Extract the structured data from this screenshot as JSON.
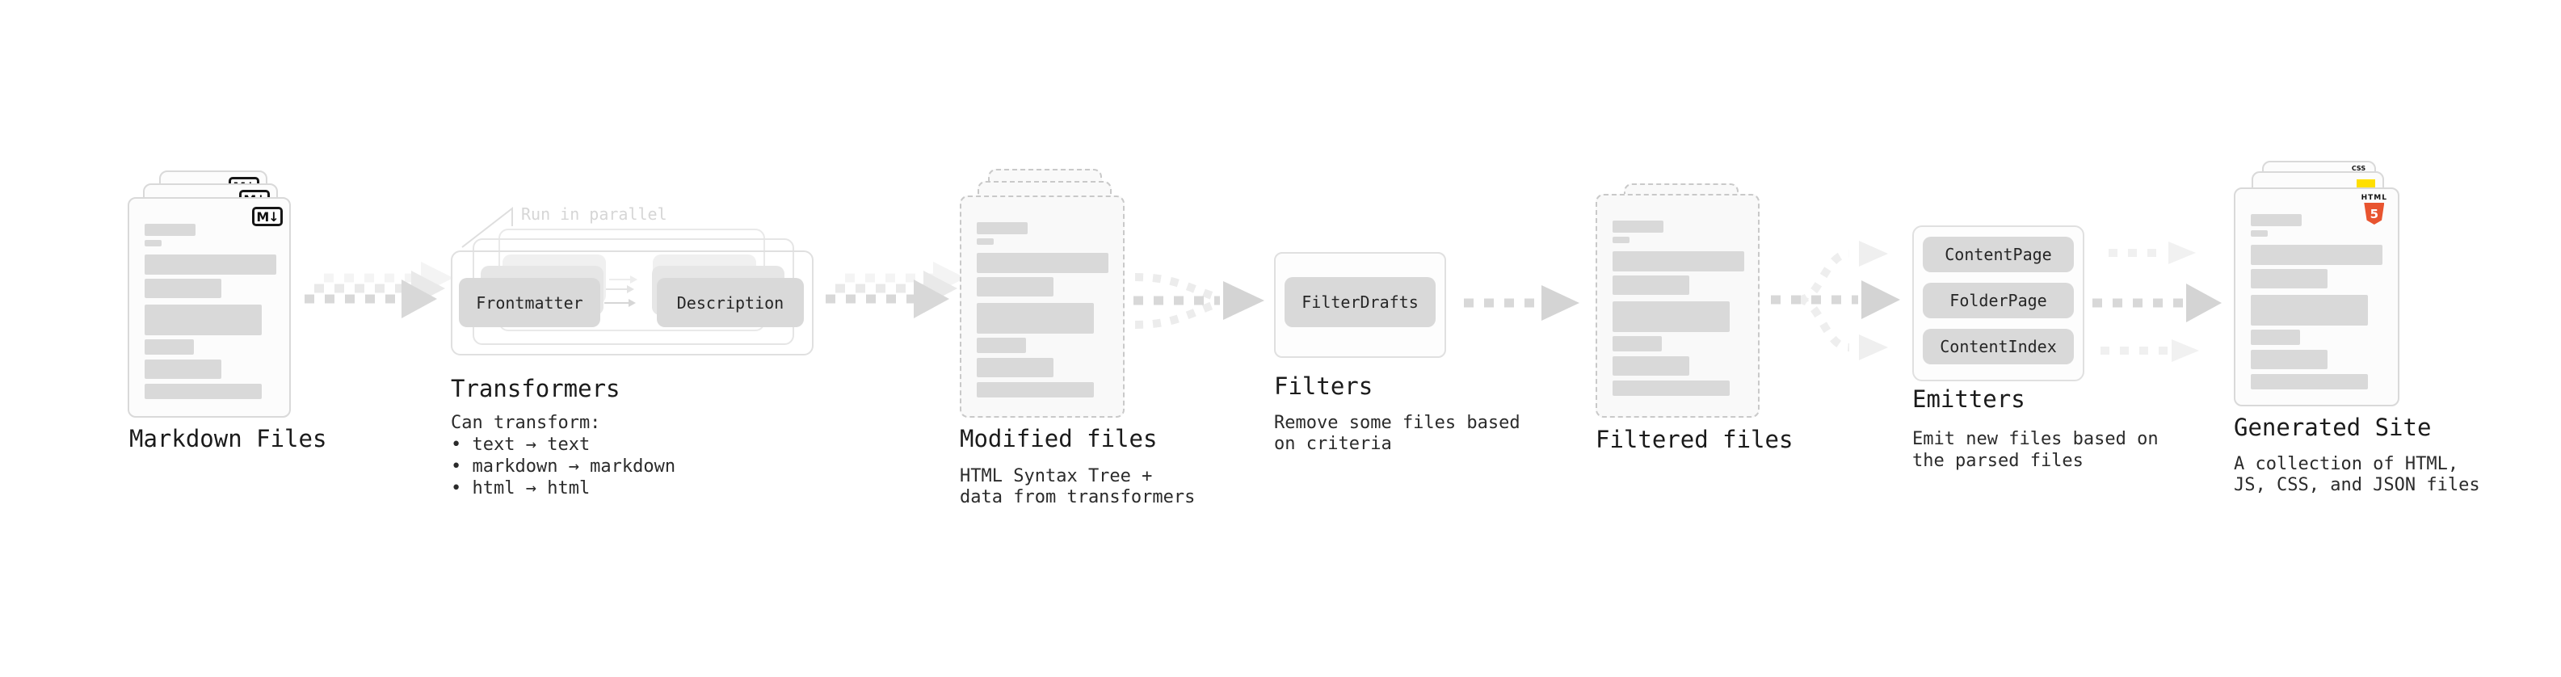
{
  "stages": {
    "markdown": {
      "label": "Markdown Files",
      "badge": "M↓"
    },
    "transformers": {
      "label": "Transformers",
      "note": "Run in parallel",
      "input_pill": "Frontmatter",
      "output_pill": "Description",
      "desc": [
        "Can transform:",
        " • text → text",
        " • markdown → markdown",
        " • html → html"
      ]
    },
    "modified": {
      "label": "Modified files",
      "desc": [
        "HTML Syntax Tree +",
        "data from transformers"
      ]
    },
    "filters": {
      "label": "Filters",
      "pill": "FilterDrafts",
      "desc": [
        "Remove some files based",
        "on criteria"
      ]
    },
    "filtered": {
      "label": "Filtered files"
    },
    "emitters": {
      "label": "Emitters",
      "pills": [
        "ContentPage",
        "FolderPage",
        "ContentIndex"
      ],
      "desc": [
        "Emit new files based on",
        "the parsed files"
      ]
    },
    "generated": {
      "label": "Generated Site",
      "desc": [
        "A collection of HTML,",
        "JS, CSS, and JSON files"
      ],
      "badges": {
        "css": "CSS",
        "html_top": "HTML",
        "html_num": "5"
      }
    }
  },
  "colors": {
    "html5_orange": "#e8542f",
    "js_yellow": "#ffdf00",
    "css_blue": "#2760e5",
    "arrow_dark": "#d8d8d8",
    "arrow_mid": "#e9e9e9",
    "arrow_light": "#f4f4f4"
  }
}
